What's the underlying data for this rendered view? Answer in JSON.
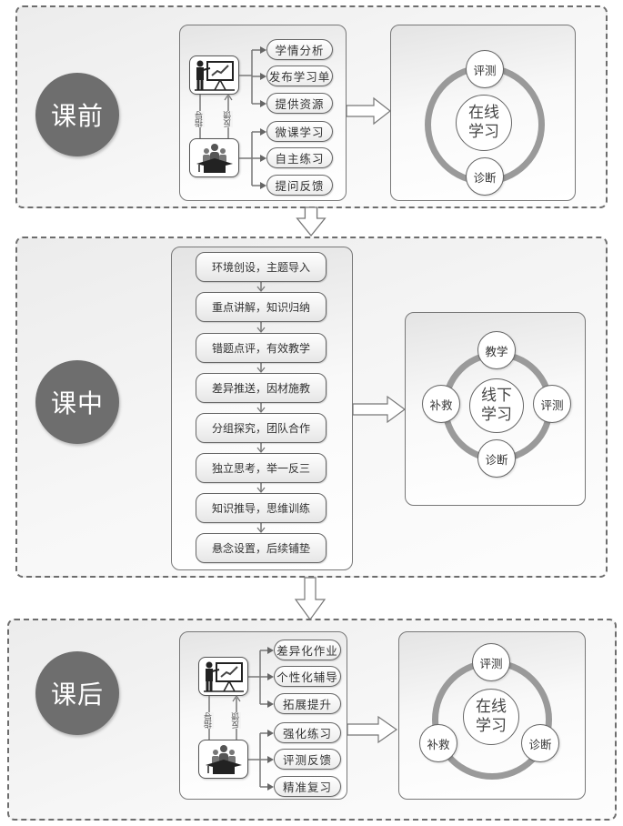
{
  "sections": {
    "pre": {
      "phase": "课前",
      "teacher_actions": [
        "学情分析",
        "发布学习单",
        "提供资源"
      ],
      "student_actions": [
        "微课学习",
        "自主练习",
        "提问反馈"
      ],
      "link_down": "指导",
      "link_up": "反馈",
      "cycle": {
        "center": "在线学习",
        "nodes": [
          "评测",
          "诊断"
        ]
      }
    },
    "in": {
      "phase": "课中",
      "steps": [
        "环境创设，主题导入",
        "重点讲解，知识归纳",
        "错题点评，有效教学",
        "差异推送，因材施教",
        "分组探究，团队合作",
        "独立思考，举一反三",
        "知识推导，思维训练",
        "悬念设置，后续铺垫"
      ],
      "cycle": {
        "center": "线下学习",
        "nodes": [
          "教学",
          "评测",
          "诊断",
          "补救"
        ]
      }
    },
    "post": {
      "phase": "课后",
      "teacher_actions": [
        "差异化作业",
        "个性化辅导",
        "拓展提升"
      ],
      "student_actions": [
        "强化练习",
        "评测反馈",
        "精准复习"
      ],
      "link_down": "指导",
      "link_up": "反馈",
      "cycle": {
        "center": "在线学习",
        "nodes": [
          "评测",
          "诊断",
          "补救"
        ]
      }
    }
  },
  "icons": {
    "teacher": "teacher-presentation-icon",
    "students": "student-graduation-icon"
  }
}
